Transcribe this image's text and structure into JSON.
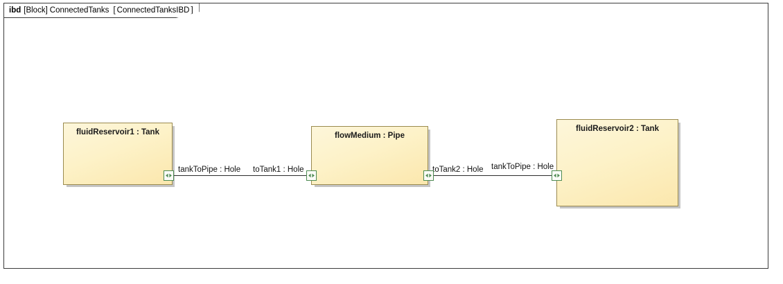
{
  "frame": {
    "header": {
      "kind": "ibd",
      "stereotype": "[Block]",
      "block_name": "ConnectedTanks",
      "bracket_open": "[",
      "diagram_name": "ConnectedTanksIBD",
      "bracket_close": "]"
    },
    "border_color": "#3a3a3a",
    "background": "#ffffff"
  },
  "theme": {
    "part_fill_top": "#fdf6da",
    "part_fill_bottom": "#fbe7ad",
    "part_border": "#9a8a4e",
    "port_border": "#4d8b52",
    "port_fill": "#fbfcf8",
    "port_arrow": "#4d8b52",
    "connector_color": "#2b2b2b",
    "text_color": "#1a1a1a"
  },
  "parts": [
    {
      "id": "fluidReservoir1",
      "label": "fluidReservoir1 : Tank",
      "part_name": "fluidReservoir1",
      "type": "Tank"
    },
    {
      "id": "flowMedium",
      "label": "flowMedium : Pipe",
      "part_name": "flowMedium",
      "type": "Pipe"
    },
    {
      "id": "fluidReservoir2",
      "label": "fluidReservoir2 : Tank",
      "part_name": "fluidReservoir2",
      "type": "Tank"
    }
  ],
  "ports": [
    {
      "id": "tank1-tankToPipe",
      "owner": "fluidReservoir1",
      "label": "tankToPipe : Hole",
      "port_name": "tankToPipe",
      "type": "Hole",
      "icon": "bidirectional-flow-port-icon"
    },
    {
      "id": "pipe-toTank1",
      "owner": "flowMedium",
      "label": "toTank1 : Hole",
      "port_name": "toTank1",
      "type": "Hole",
      "icon": "bidirectional-flow-port-icon"
    },
    {
      "id": "pipe-toTank2",
      "owner": "flowMedium",
      "label": "toTank2 : Hole",
      "port_name": "toTank2",
      "type": "Hole",
      "icon": "bidirectional-flow-port-icon"
    },
    {
      "id": "tank2-tankToPipe",
      "owner": "fluidReservoir2",
      "label": "tankToPipe : Hole",
      "port_name": "tankToPipe",
      "type": "Hole",
      "icon": "bidirectional-flow-port-icon"
    }
  ],
  "connectors": [
    {
      "id": "connector-left",
      "from": "tank1-tankToPipe",
      "to": "pipe-toTank1"
    },
    {
      "id": "connector-right",
      "from": "pipe-toTank2",
      "to": "tank2-tankToPipe"
    }
  ]
}
